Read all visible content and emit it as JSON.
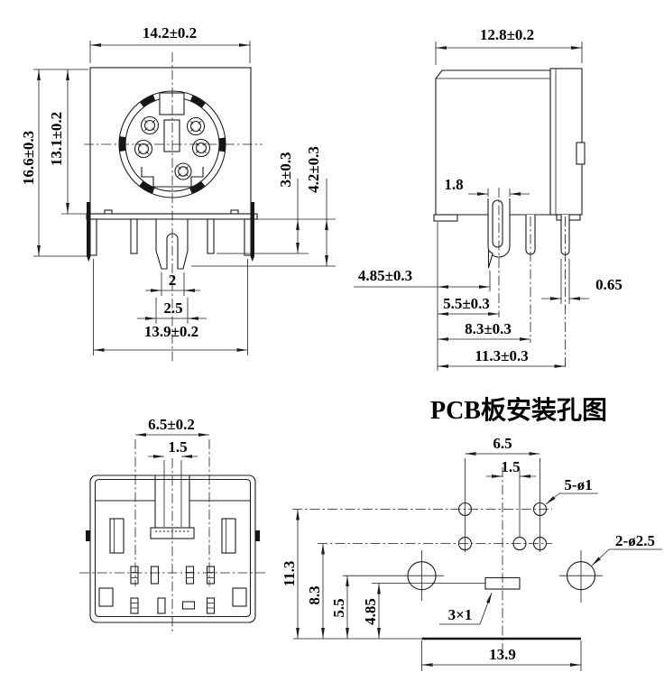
{
  "drawing": {
    "front_view": {
      "dims": {
        "width_top": "14.2±0.2",
        "height_overall": "16.6±0.3",
        "height_body": "13.1±0.2",
        "pin_length": "3±0.3",
        "leg_length": "4.2±0.3",
        "post_tip_width": "2",
        "post_width": "2.5",
        "width_bottom": "13.9±0.2"
      }
    },
    "side_view": {
      "dims": {
        "width_top": "12.8±0.2",
        "post_width": "1.8",
        "post_offset": "4.85±0.3",
        "post_center_offset": "5.5±0.3",
        "pin2_offset": "8.3±0.3",
        "pin3_offset": "11.3±0.3",
        "pin_diameter": "0.65"
      }
    },
    "bottom_view": {
      "dims": {
        "channel_span": "6.5±0.2",
        "channel_width": "1.5"
      }
    },
    "pcb_view": {
      "title": "PCB板安装孔图",
      "dims": {
        "hole_span": "6.5",
        "hole_offset": "1.5",
        "row_top_offset": "11.3",
        "row_mid_offset": "8.3",
        "big_hole_offset": "5.5",
        "slot_offset": "4.85",
        "big_hole_pitch": "13.9"
      },
      "labels": {
        "small_holes": "5-ø1",
        "large_holes": "2-ø2.5",
        "slot": "3×1"
      }
    }
  }
}
